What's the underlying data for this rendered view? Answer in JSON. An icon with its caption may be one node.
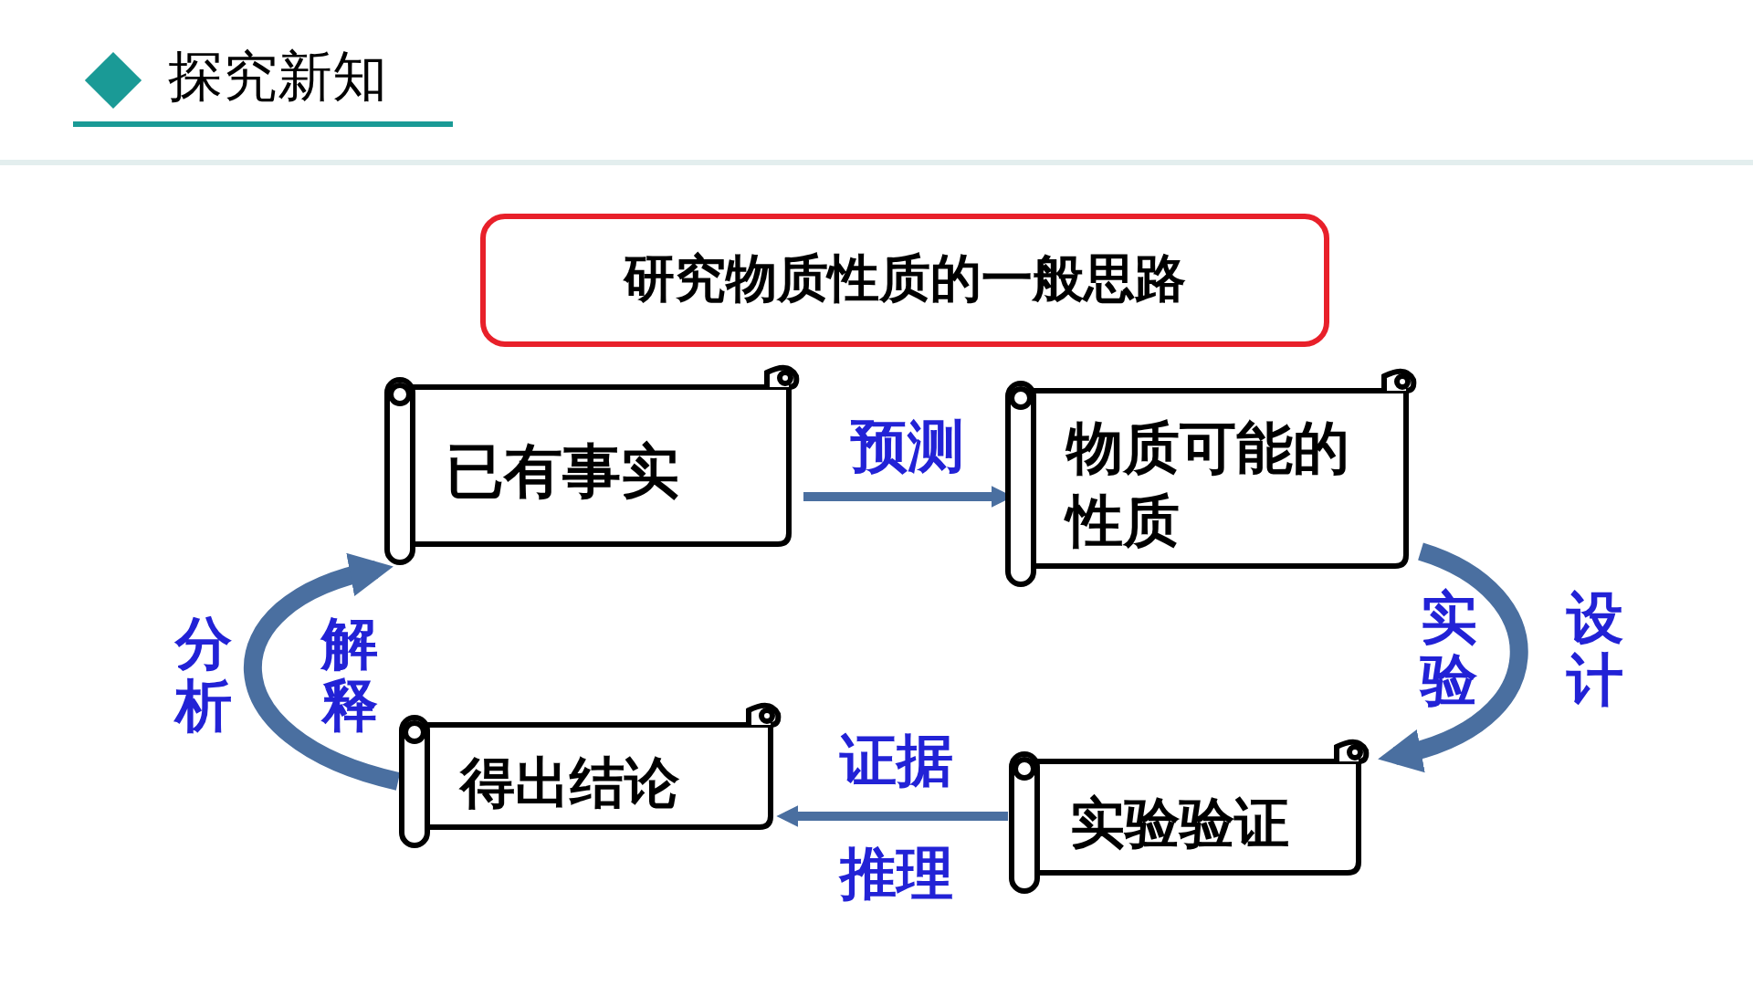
{
  "diagram": {
    "title": "探究新知",
    "nodes": [
      {
        "text": [
          "研究物质性质的一般思路"
        ]
      },
      {
        "text": [
          "已有事实"
        ]
      },
      {
        "text": [
          "物质可能的性质"
        ]
      },
      {
        "text": [
          "实验验证"
        ]
      },
      {
        "text": [
          "得出结论"
        ]
      }
    ],
    "edges": [
      {
        "from": 1,
        "to": 2,
        "arrow": "to",
        "label": "预测"
      },
      {
        "from": 2,
        "to": 3,
        "arrow": "to",
        "label": "实验",
        "style": "thick"
      },
      {
        "from": 3,
        "to": 4,
        "arrow": "to",
        "label": "证据"
      },
      {
        "from": 4,
        "to": 1,
        "arrow": "to",
        "label": "解释",
        "style": "thick"
      }
    ],
    "labels": [
      "分析",
      "设计",
      "推理"
    ]
  }
}
